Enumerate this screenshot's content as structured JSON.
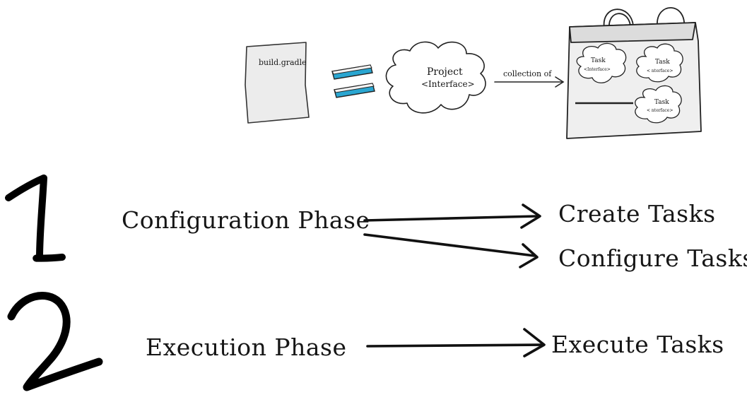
{
  "top_diagram": {
    "file_label": "build.gradle",
    "project_label": "Project",
    "project_sublabel": "<Interface>",
    "arrow_label": "collection of",
    "tasks": [
      {
        "label": "Task",
        "sublabel": "<Interface>"
      },
      {
        "label": "Task",
        "sublabel": "< nterface>"
      },
      {
        "label": "Task",
        "sublabel": "< nterface>"
      }
    ],
    "equals_color": "#2aa6d1"
  },
  "phases": [
    {
      "number": "1",
      "name": "Configuration Phase",
      "results": [
        "Create Tasks",
        "Configure Tasks"
      ]
    },
    {
      "number": "2",
      "name": "Execution Phase",
      "results": [
        "Execute Tasks"
      ]
    }
  ]
}
